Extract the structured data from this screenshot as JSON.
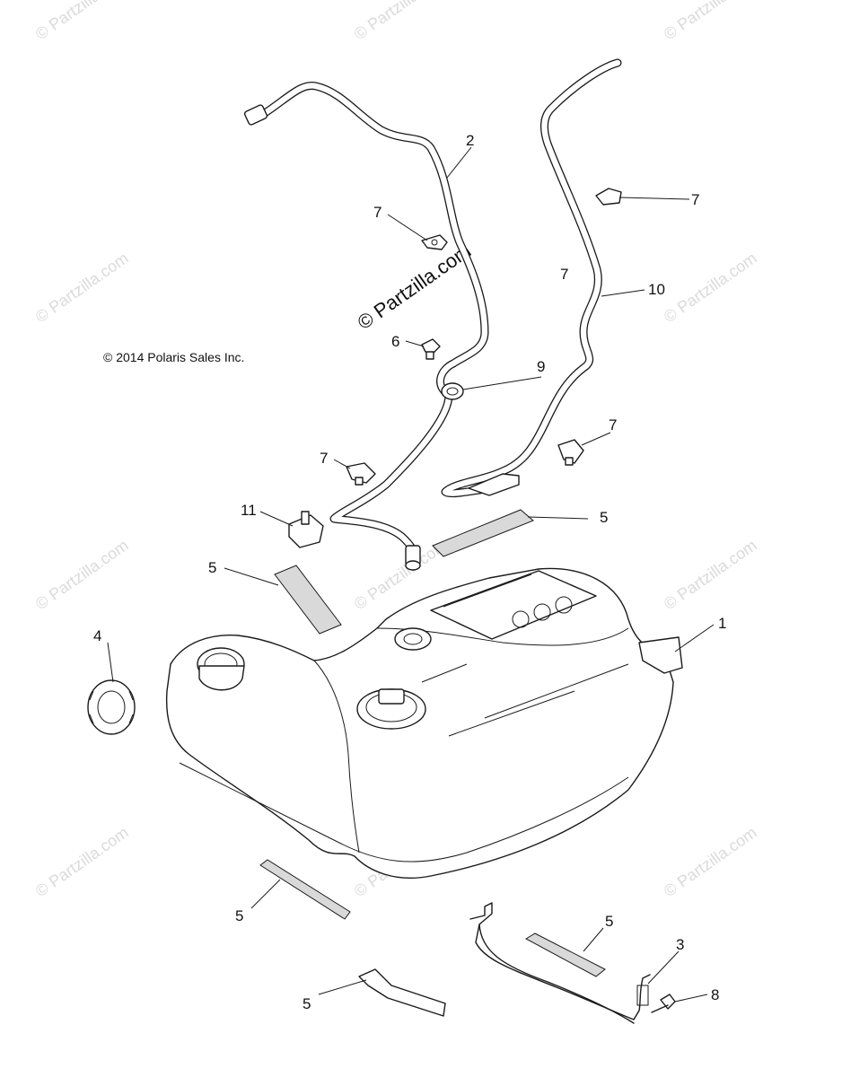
{
  "diagram": {
    "copyright": "© 2014 Polaris Sales Inc.",
    "watermark_main": "© Partzilla.com",
    "watermark_tile": "© Partzilla.com",
    "callouts": {
      "c1": "1",
      "c2": "2",
      "c3": "3",
      "c4": "4",
      "c5a": "5",
      "c5b": "5",
      "c5c": "5",
      "c5d": "5",
      "c5e": "5",
      "c6": "6",
      "c7a": "7",
      "c7b": "7",
      "c7c": "7",
      "c7d": "7",
      "c7e": "7",
      "c8": "8",
      "c9": "9",
      "c10": "10",
      "c11": "11"
    }
  }
}
